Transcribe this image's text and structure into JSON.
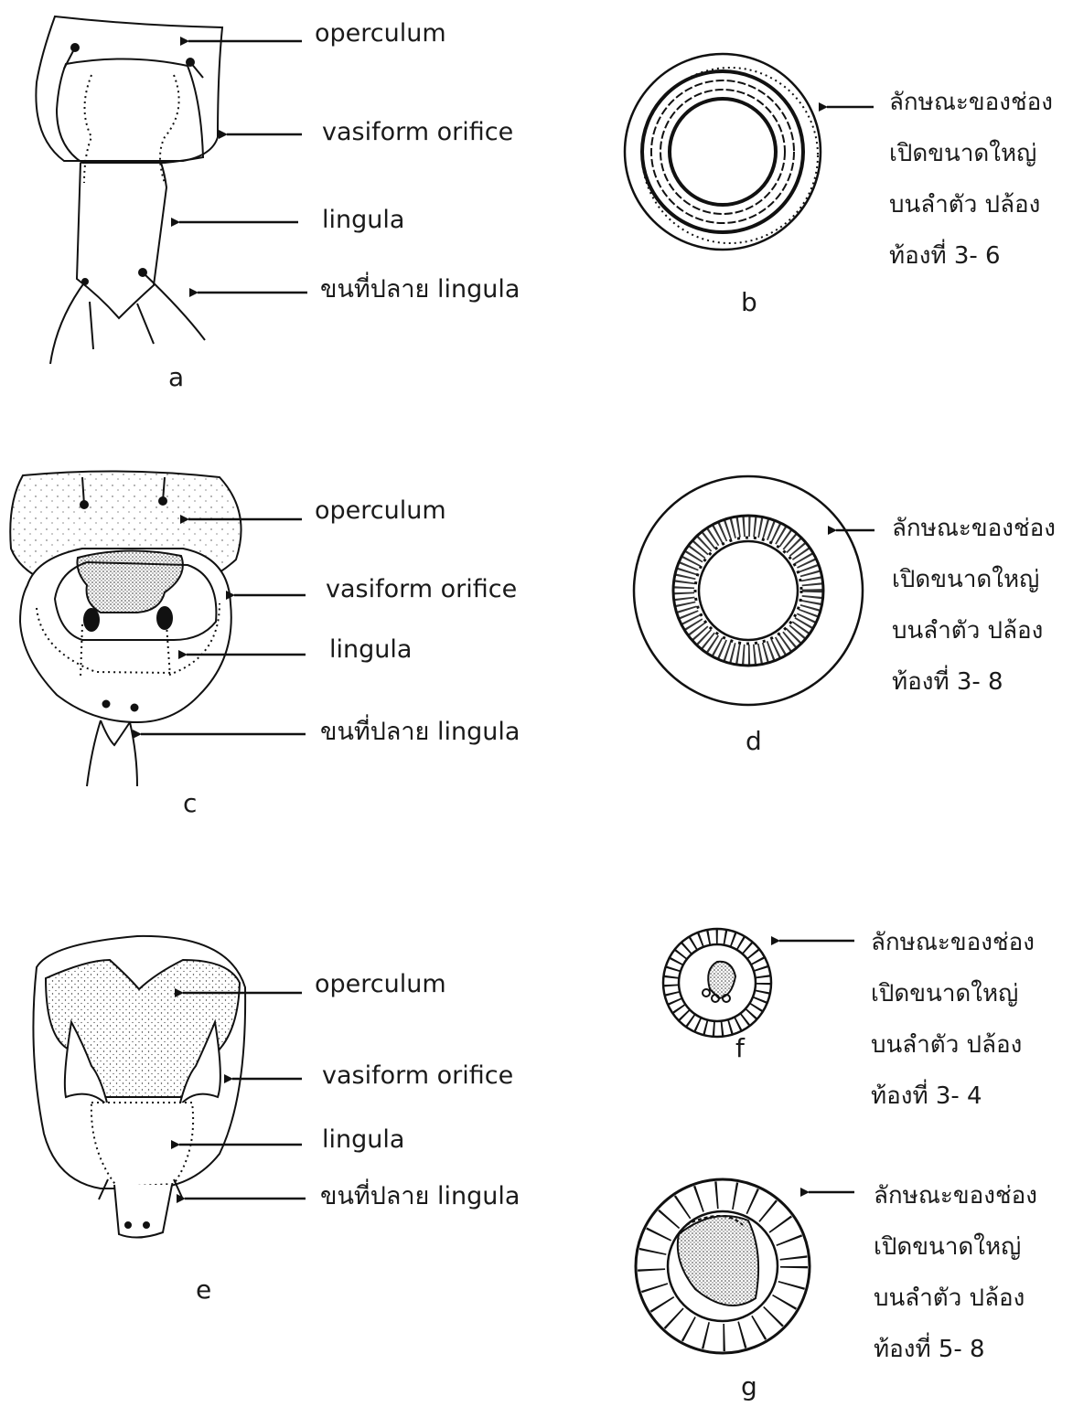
{
  "figures": {
    "a": {
      "letter": "a",
      "labels": [
        "operculum",
        "vasiform orifice",
        "lingula",
        "ขนที่ปลาย lingula"
      ]
    },
    "b": {
      "letter": "b",
      "caption": [
        "ลักษณะของช่อง",
        "เปิดขนาดใหญ่",
        "บนลำตัว ปล้อง",
        "ท้องที่ 3- 6"
      ]
    },
    "c": {
      "letter": "c",
      "labels": [
        "operculum",
        "vasiform orifice",
        "lingula",
        "ขนที่ปลาย lingula"
      ]
    },
    "d": {
      "letter": "d",
      "caption": [
        "ลักษณะของช่อง",
        "เปิดขนาดใหญ่",
        "บนลำตัว ปล้อง",
        "ท้องที่ 3- 8"
      ]
    },
    "e": {
      "letter": "e",
      "labels": [
        "operculum",
        "vasiform orifice",
        "lingula",
        "ขนที่ปลาย lingula"
      ]
    },
    "f": {
      "letter": "f",
      "caption": [
        "ลักษณะของช่อง",
        "เปิดขนาดใหญ่",
        "บนลำตัว ปล้อง",
        "ท้องที่ 3- 4"
      ]
    },
    "g": {
      "letter": "g",
      "caption": [
        "ลักษณะของช่อง",
        "เปิดขนาดใหญ่",
        "บนลำตัว ปล้อง",
        "ท้องที่ 5- 8"
      ]
    }
  }
}
